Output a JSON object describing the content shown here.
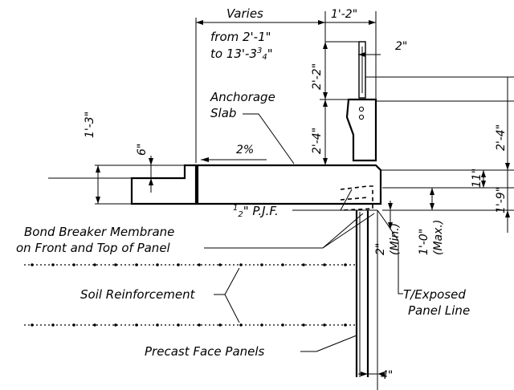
{
  "labels": {
    "varies": "Varies",
    "from": "from 2'-1\"",
    "to_main": "to 13'-3",
    "to_sup": "3",
    "to_sub": "4",
    "to_end": "\"",
    "anchorage_1": "Anchorage",
    "anchorage_2": "Slab",
    "slope": "2%",
    "pjf_sup": "1",
    "pjf_sub": "2",
    "pjf_text": "\" P.J.F.",
    "bond_1": "Bond Breaker Membrane",
    "bond_2": "on Front and Top of Panel",
    "soil": "Soil Reinforcement",
    "texposed_1": "T/Exposed",
    "texposed_2": "Panel Line",
    "precast": "Precast Face Panels"
  },
  "dims": {
    "top_width": "1'-2\"",
    "post_height": "2'-2\"",
    "post_width": "2\"",
    "barrier_height": "2'-4\"",
    "right_upper": "2'-4\"",
    "left_height": "1'-3\"",
    "step": "6\"",
    "right_11": "11\"",
    "right_total": "1'-9\"",
    "min_val": "2\"",
    "min_note": "(Min.)",
    "max_val": "1'-0\"",
    "max_note": "(Max.)",
    "panel_thk": "4\""
  }
}
